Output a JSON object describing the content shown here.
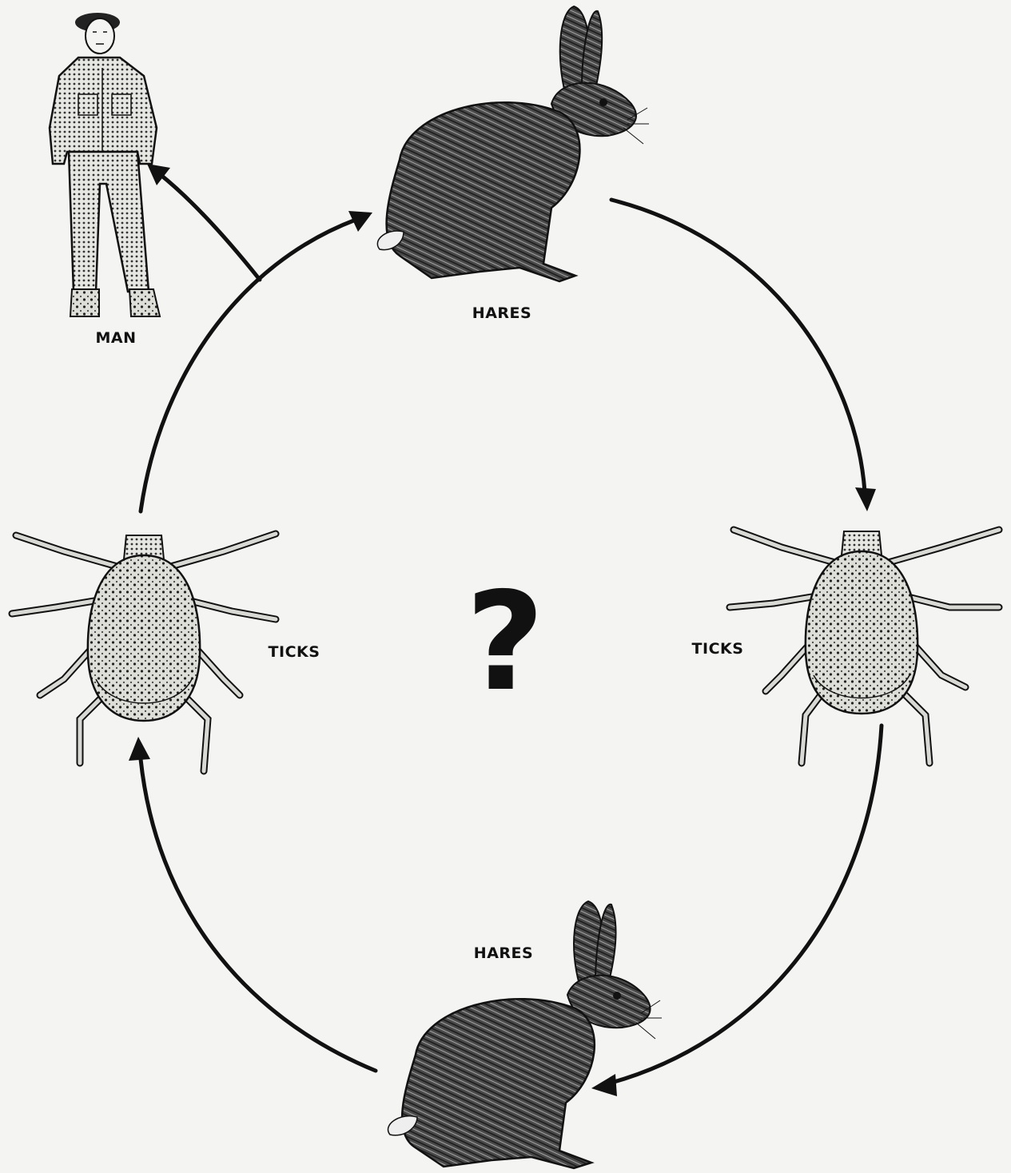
{
  "labels": {
    "man": "MAN",
    "hares_top": "HARES",
    "hares_bottom": "HARES",
    "ticks_left": "TICKS",
    "ticks_right": "TICKS",
    "center_mark": "?"
  },
  "colors": {
    "ink": "#111111",
    "background": "#f4f4f2",
    "shade_dark": "#3a3a3a",
    "shade_light": "#d8d8d4"
  }
}
